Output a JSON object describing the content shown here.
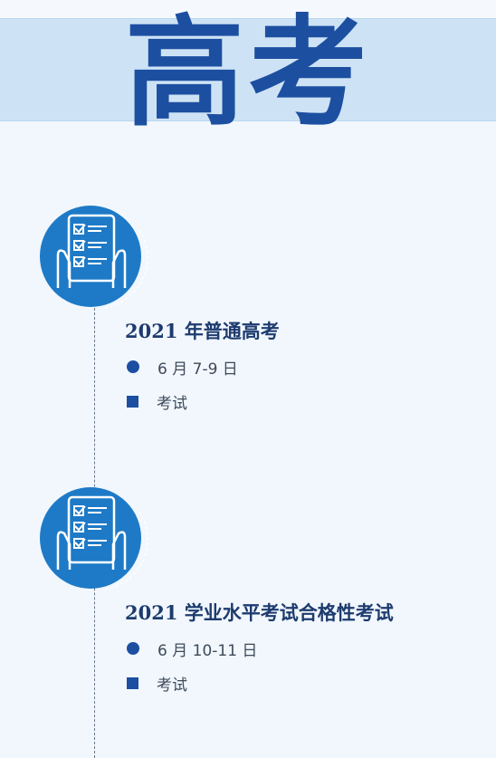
{
  "header": {
    "title": "高考"
  },
  "events": [
    {
      "title": "2021 年普通高考",
      "date": "6 月 7-9 日",
      "type": "考试",
      "icon": "exam-checklist-icon"
    },
    {
      "title": "2021 学业水平考试合格性考试",
      "date": "6 月 10-11 日",
      "type": "考试",
      "icon": "exam-checklist-icon"
    }
  ],
  "colors": {
    "accent": "#1d4fa1",
    "icon_circle": "#1e7ac7",
    "band": "#cde3f5",
    "background": "#f1f7fd"
  }
}
